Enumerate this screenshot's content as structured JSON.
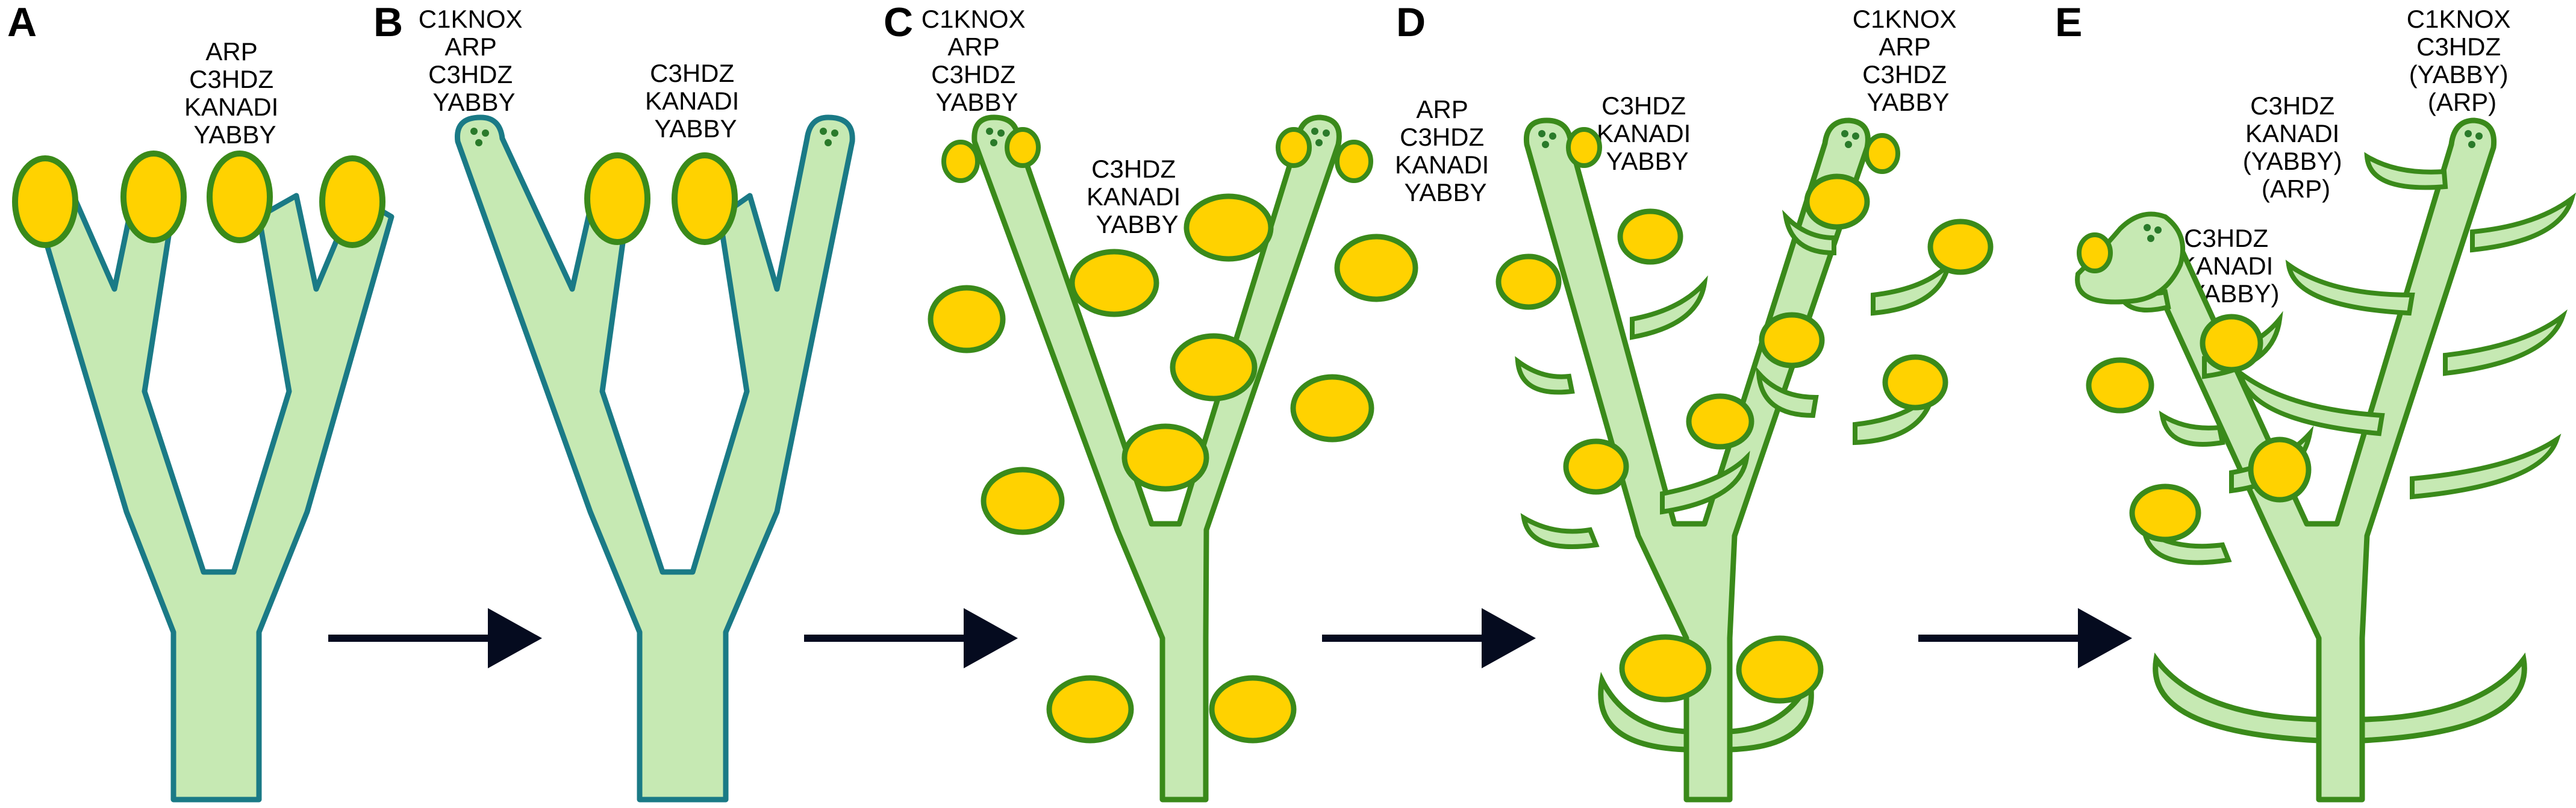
{
  "colors": {
    "stem_fill": "#c6e9b3",
    "stem_outline_early": "#1a7a86",
    "stem_outline_late": "#3a8a1a",
    "organ_fill": "#ffd200",
    "organ_outline": "#3a8a1a",
    "meristem_dots": "#2a7a2a",
    "arrow": "#050b1f"
  },
  "panels": [
    {
      "letter": "A",
      "labels": [
        {
          "lines": [
            "ARP",
            "C3HDZ",
            "KANADI",
            "YABBY"
          ]
        }
      ]
    },
    {
      "letter": "B",
      "labels": [
        {
          "lines": [
            "C1KNOX",
            "ARP",
            "C3HDZ",
            "YABBY"
          ]
        },
        {
          "lines": [
            "C3HDZ",
            "KANADI",
            "YABBY"
          ]
        }
      ]
    },
    {
      "letter": "C",
      "labels": [
        {
          "lines": [
            "C1KNOX",
            "ARP",
            "C3HDZ",
            "YABBY"
          ]
        },
        {
          "lines": [
            "C3HDZ",
            "KANADI",
            "YABBY"
          ]
        }
      ]
    },
    {
      "letter": "D",
      "labels": [
        {
          "lines": [
            "ARP",
            "C3HDZ",
            "KANADI",
            "YABBY"
          ]
        },
        {
          "lines": [
            "C3HDZ",
            "KANADI",
            "YABBY"
          ]
        },
        {
          "lines": [
            "C1KNOX",
            "ARP",
            "C3HDZ",
            "YABBY"
          ]
        }
      ]
    },
    {
      "letter": "E",
      "labels": [
        {
          "lines": [
            "C3HDZ",
            "KANADI",
            "(YABBY)",
            "(ARP)"
          ]
        },
        {
          "lines": [
            "C1KNOX",
            "C3HDZ",
            "(YABBY)",
            "(ARP)"
          ]
        },
        {
          "lines": [
            "C3HDZ",
            "KANADI",
            "(YABBY)"
          ]
        }
      ]
    }
  ],
  "arrows": [
    {
      "from": "A",
      "to": "B"
    },
    {
      "from": "B",
      "to": "C"
    },
    {
      "from": "C",
      "to": "D"
    },
    {
      "from": "D",
      "to": "E"
    }
  ]
}
